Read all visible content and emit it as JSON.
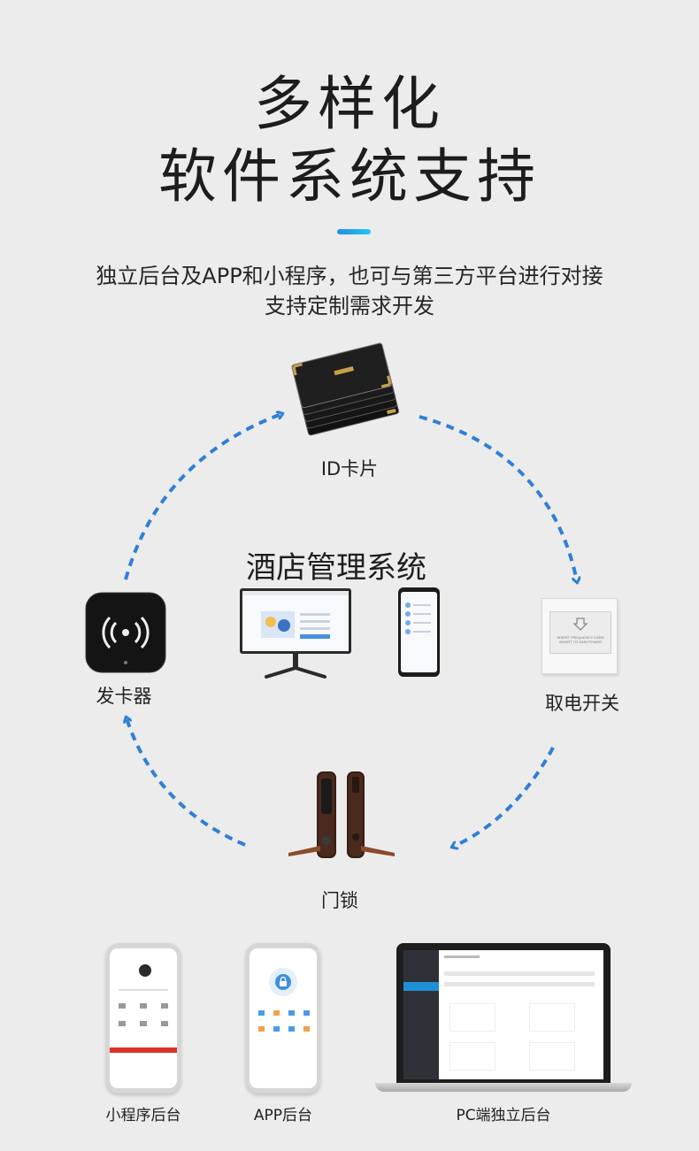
{
  "header": {
    "title_line1": "多样化",
    "title_line2": "软件系统支持",
    "subtitle_line1": "独立后台及APP和小程序，也可与第三方平台进行对接",
    "subtitle_line2": "支持定制需求开发"
  },
  "cycle": {
    "center_title": "酒店管理系统",
    "nodes": {
      "id_card": "ID卡片",
      "power_switch": "取电开关",
      "door_lock": "门锁",
      "card_issuer": "发卡器"
    },
    "switch_text": "INSERT FREQUENCY CARD INSERT TO GAIN POWER"
  },
  "bottom": {
    "mini_program": "小程序后台",
    "app": "APP后台",
    "pc": "PC端独立后台"
  },
  "colors": {
    "accent": "#1e8fe6",
    "arrow": "#2f7fd6",
    "menu_dark": "#2e3238",
    "menu_active": "#1f8fd6",
    "red_button": "#d9342b"
  }
}
